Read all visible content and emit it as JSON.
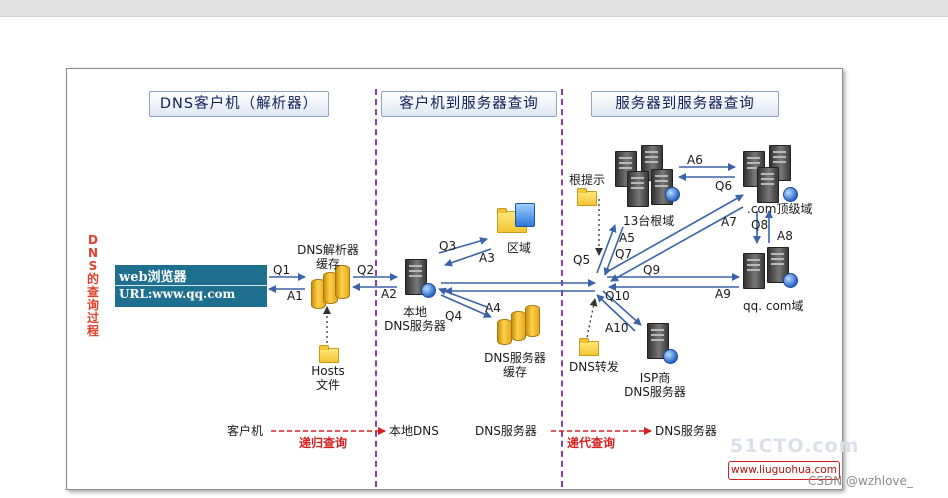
{
  "headers": {
    "client": "DNS客户机（解析器）",
    "client_to_server": "客户机到服务器查询",
    "server_to_server": "服务器到服务器查询"
  },
  "side_label": "DNS的查询过程",
  "browser": {
    "line1": "web浏览器",
    "line2": "URL:www.qq.com"
  },
  "nodes": {
    "dns_cache": [
      "DNS解析器",
      "缓存"
    ],
    "hosts": [
      "Hosts",
      "文件"
    ],
    "local_dns": [
      "本地",
      "DNS服务器"
    ],
    "zone": "区域",
    "dns_server_cache": [
      "DNS服务器",
      "缓存"
    ],
    "root_hint": "根提示",
    "root_13": "13台根域",
    "com_tld": ".com顶级域",
    "qq_domain": "qq. com域",
    "dns_forward": "DNS转发",
    "isp_dns": [
      "ISP商",
      "DNS服务器"
    ]
  },
  "query_labels": {
    "q1": "Q1",
    "a1": "A1",
    "q2": "Q2",
    "a2": "A2",
    "q3": "Q3",
    "a3": "A3",
    "q4": "Q4",
    "a4": "A4",
    "q5": "Q5",
    "a5": "A5",
    "q6": "Q6",
    "a6": "A6",
    "q7": "Q7",
    "a7": "A7",
    "q8": "Q8",
    "a8": "A8",
    "q9": "Q9",
    "a9": "A9",
    "q10": "Q10",
    "a10": "A10"
  },
  "bottom": {
    "client": "客户机",
    "recursive": "递归查询",
    "local_dns": "本地DNS",
    "dns_server": "DNS服务器",
    "iterative": "递代查询",
    "dns_server2": "DNS服务器"
  },
  "watermark": "51CTO.com",
  "site": "www.liuguohua.com",
  "csdn": "CSDN @wzhlove_",
  "colors": {
    "arrow": "#3b64a8",
    "divider": "#8a3ea8",
    "red": "#d42020",
    "browser": "#1f6f8f"
  }
}
